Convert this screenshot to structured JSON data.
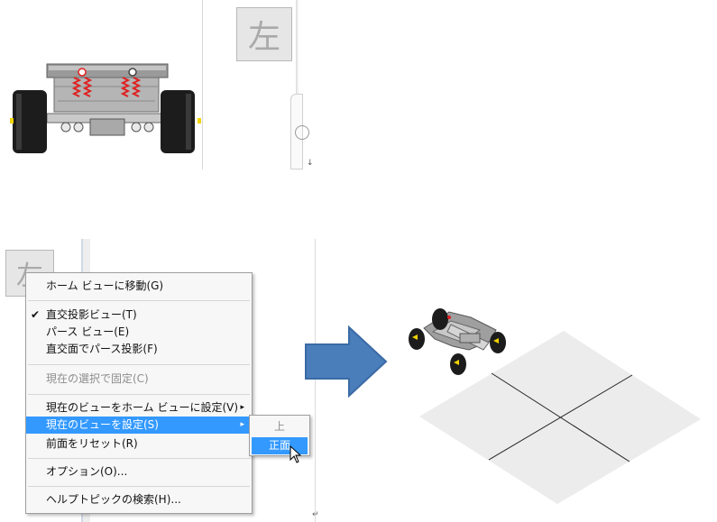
{
  "top_panel": {
    "viewcube_face_label": "左",
    "nav_arrow_glyph": "↓"
  },
  "bottom_panel": {
    "viewcube_face_label": "左",
    "context_menu": {
      "items": [
        {
          "label": "ホーム ビューに移動(G)",
          "enabled": true
        },
        {
          "label": "直交投影ビュー(T)",
          "enabled": true,
          "checked": true
        },
        {
          "label": "パース ビュー(E)",
          "enabled": true
        },
        {
          "label": "直交面でパース投影(F)",
          "enabled": true
        },
        {
          "label": "現在の選択で固定(C)",
          "enabled": false
        },
        {
          "label": "現在のビューをホーム ビューに設定(V)",
          "enabled": true,
          "has_submenu": true
        },
        {
          "label": "現在のビューを設定(S)",
          "enabled": true,
          "has_submenu": true,
          "highlighted": true
        },
        {
          "label": "前面をリセット(R)",
          "enabled": true
        },
        {
          "label": "オプション(O)...",
          "enabled": true
        },
        {
          "label": "ヘルプトピックの検索(H)...",
          "enabled": true
        }
      ],
      "check_glyph": "✔",
      "submenu_arrow_glyph": "▸"
    },
    "submenu": {
      "items": [
        {
          "label": "上",
          "enabled": false
        },
        {
          "label": "正面",
          "highlighted": true
        }
      ]
    },
    "paragraph_mark": "↵"
  },
  "icons": {
    "arrow": "right-arrow-icon",
    "cursor": "mouse-pointer-icon",
    "check": "checkmark-icon"
  },
  "colors": {
    "arrow_fill": "#4a7ebb",
    "arrow_stroke": "#3b6aa5",
    "highlight": "#3399ff",
    "ground_plane": "#ececec",
    "tire": "#1c1c1c",
    "wheel_hub": "#f2d400",
    "spring": "#e02020",
    "frame": "#8c8c8c"
  }
}
